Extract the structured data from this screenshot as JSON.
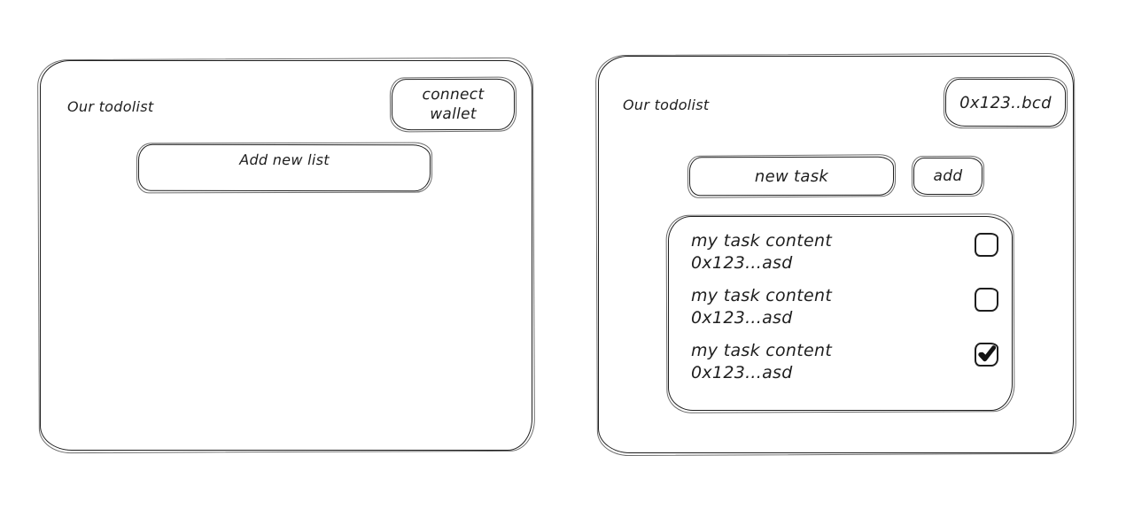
{
  "style": {
    "stroke_color": "#1e1e1e",
    "background_color": "#ffffff"
  },
  "left_panel": {
    "state": "wallet disconnected",
    "title": "Our todolist",
    "connect_wallet_button": "connect\nwallet",
    "add_new_list_label": "Add new list"
  },
  "right_panel": {
    "state": "wallet connected",
    "title": "Our todolist",
    "wallet_address_button": "0x123..bcd",
    "new_task_label": "new task",
    "add_button_label": "add",
    "tasks": [
      {
        "title": "my task content",
        "address": "0x123...asd",
        "checked": false
      },
      {
        "title": "my task content",
        "address": "0x123...asd",
        "checked": false
      },
      {
        "title": "my task content",
        "address": "0x123...asd",
        "checked": true
      }
    ],
    "checked_icon": "checkmark-icon"
  }
}
